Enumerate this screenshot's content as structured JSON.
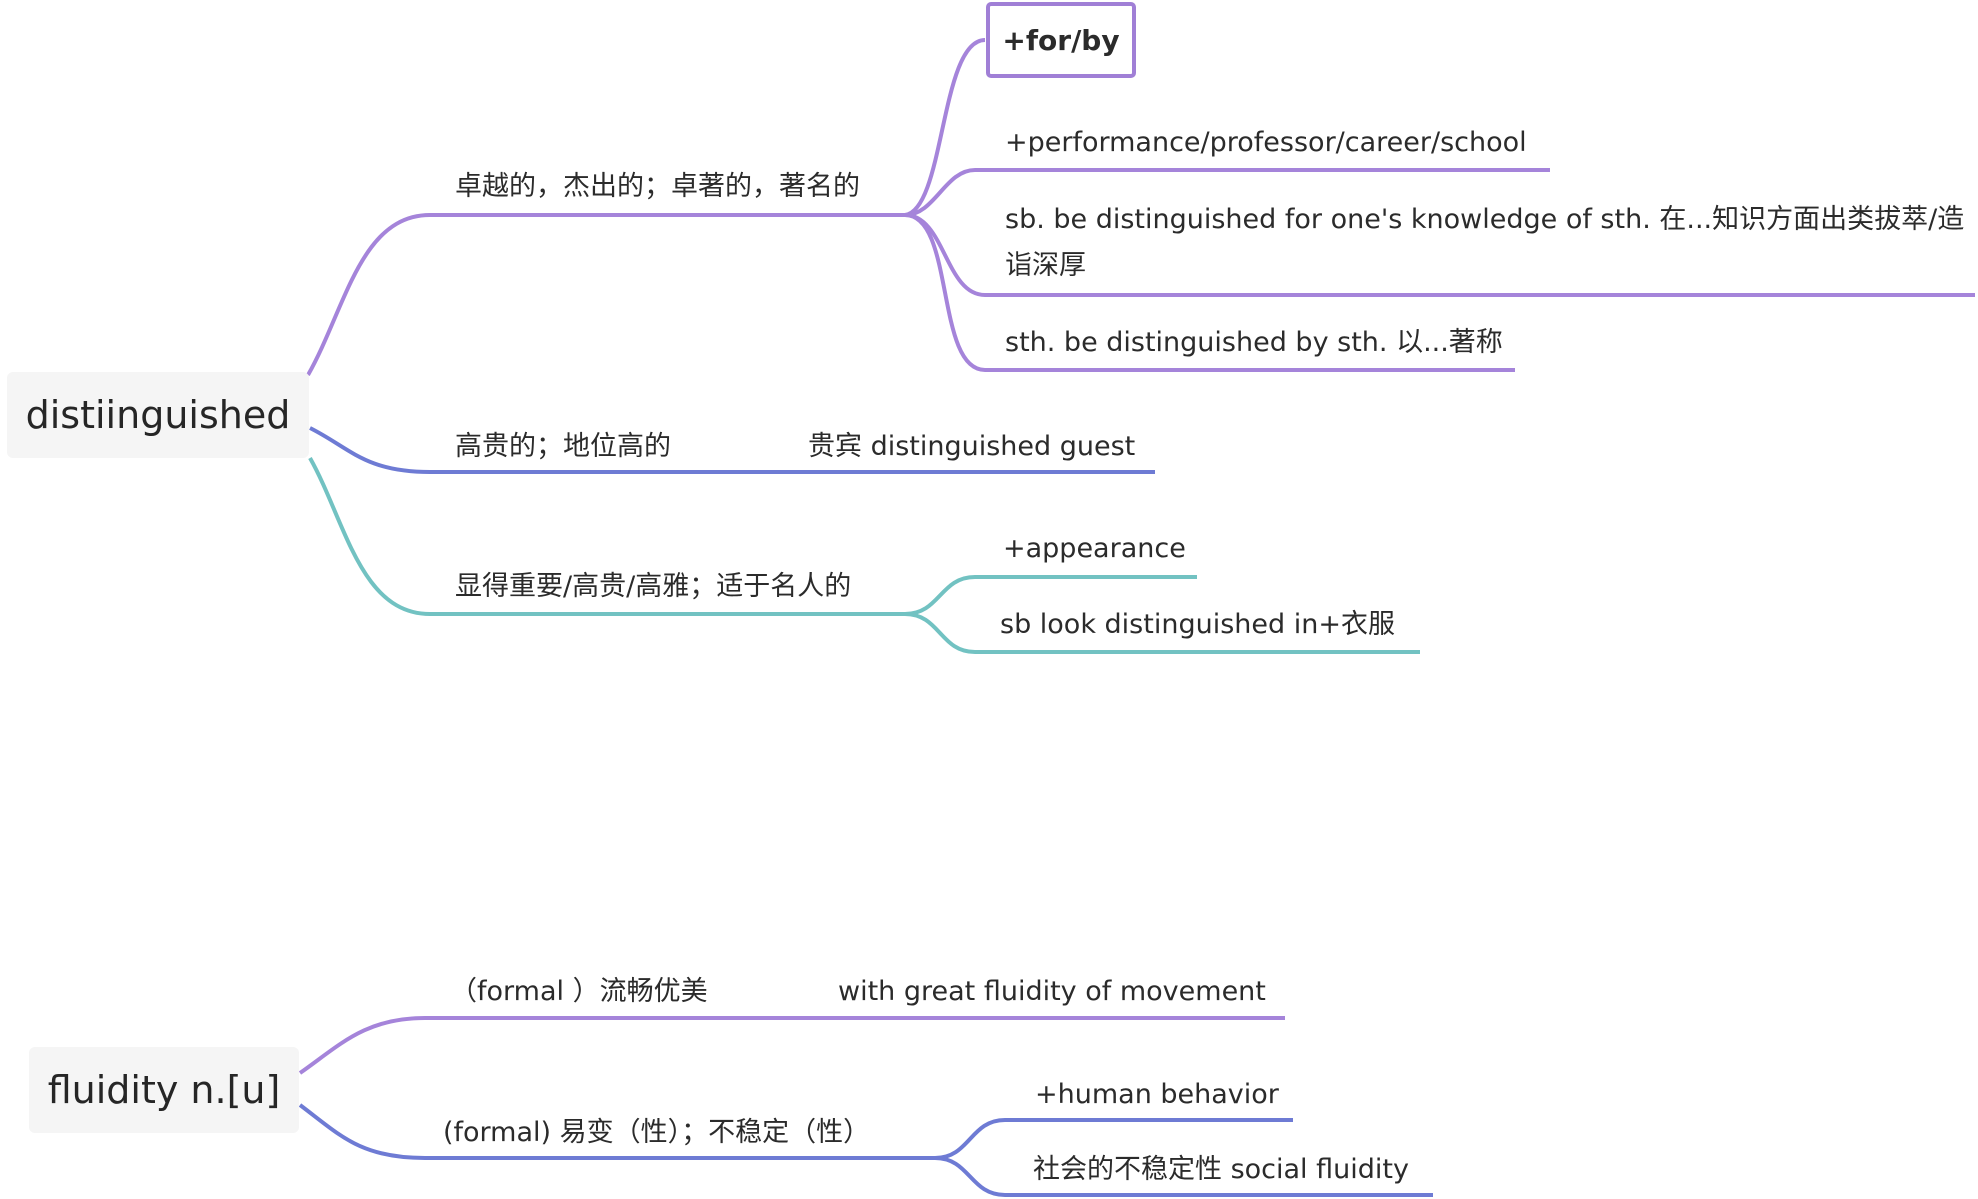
{
  "colors": {
    "purple": "#a584da",
    "blue": "#6e7bd4",
    "teal": "#72c2c2",
    "root_bg": "#f5f5f5"
  },
  "map1": {
    "root": "distiinguished",
    "branch1": {
      "label": "卓越的，杰出的；卓著的，著名的",
      "children": [
        "+for/by",
        "+performance/professor/career/school",
        "sb. be distinguished for one's knowledge of sth. 在...知识方面出类拔萃/造诣深厚",
        "sth. be distinguished by sth. 以...著称"
      ]
    },
    "branch2": {
      "label": "高贵的；地位高的",
      "example": "贵宾 distinguished guest"
    },
    "branch3": {
      "label": "显得重要/高贵/高雅；适于名人的",
      "children": [
        "+appearance",
        "sb look distinguished in+衣服"
      ]
    }
  },
  "map2": {
    "root": "fluidity n.[u]",
    "branch1": {
      "label": "（formal ）流畅优美",
      "example": "with great fluidity of movement"
    },
    "branch2": {
      "label": "(formal) 易变（性）；不稳定（性）",
      "children": [
        "+human behavior",
        "社会的不稳定性 social fluidity"
      ]
    }
  }
}
